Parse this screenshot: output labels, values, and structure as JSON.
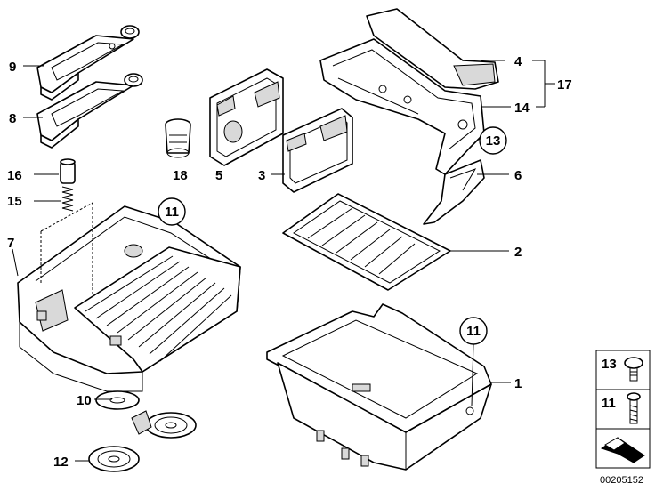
{
  "callouts": {
    "c1": "1",
    "c2": "2",
    "c3": "3",
    "c4": "4",
    "c5": "5",
    "c6": "6",
    "c7": "7",
    "c8": "8",
    "c9": "9",
    "c10": "10",
    "c11a": "11",
    "c11b": "11",
    "c12": "12",
    "c13": "13",
    "c14": "14",
    "c15": "15",
    "c16": "16",
    "c17": "17",
    "c18": "18"
  },
  "legend": {
    "item13": "13",
    "item11": "11"
  },
  "document_number": "00205152"
}
